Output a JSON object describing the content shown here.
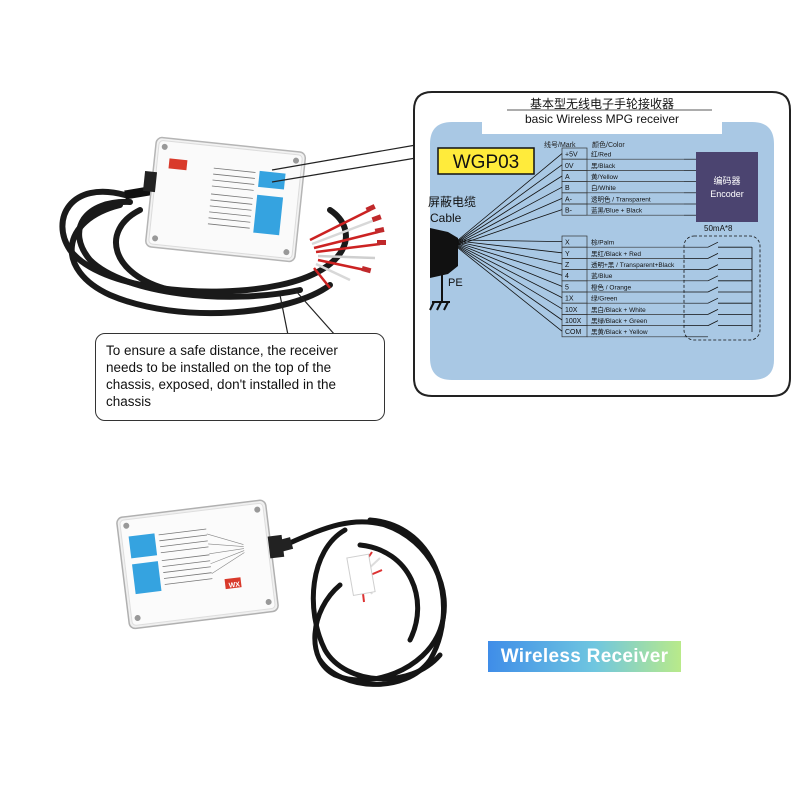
{
  "callout": {
    "text": "To ensure a safe distance, the receiver needs to be installed on the top of the chassis, exposed, don't installed in the chassis"
  },
  "diagram": {
    "title_cn": "基本型无线电子手轮接收器",
    "title_en": "basic  Wireless MPG receiver",
    "model": "WGP03",
    "col_mark": "线号/Mark",
    "col_color": "颜色/Color",
    "cable_cn": "屏蔽电缆",
    "cable_en": "Cable",
    "pe": "PE",
    "encoder_cn": "编码器",
    "encoder_en": "Encoder",
    "relay": "50mA*8",
    "rows_top": [
      {
        "mark": "+5V",
        "color": "红/Red"
      },
      {
        "mark": "0V",
        "color": "黑/Black"
      },
      {
        "mark": "A",
        "color": "黄/Yellow"
      },
      {
        "mark": "B",
        "color": "白/White"
      },
      {
        "mark": "A-",
        "color": "透明色 / Transparent"
      },
      {
        "mark": "B-",
        "color": "蓝黑/Blue + Black"
      }
    ],
    "rows_bottom": [
      {
        "mark": "X",
        "color": "棕/Palm"
      },
      {
        "mark": "Y",
        "color": "黑红/Black + Red"
      },
      {
        "mark": "Z",
        "color": "透明+黑 / Transparent+Black"
      },
      {
        "mark": "4",
        "color": "蓝/Blue"
      },
      {
        "mark": "5",
        "color": "橙色 / Orange"
      },
      {
        "mark": "1X",
        "color": "绿/Green"
      },
      {
        "mark": "10X",
        "color": "黑白/Black + White"
      },
      {
        "mark": "100X",
        "color": "黑绿/Black + Green"
      },
      {
        "mark": "COM",
        "color": "黑黄/Black + Yellow"
      }
    ]
  },
  "product": {
    "brand_logo": "WX"
  },
  "label": {
    "text": "Wireless Receiver"
  },
  "colors": {
    "panel_bg": "#a9c8e4",
    "model_bg": "#ffeb3b",
    "encoder_bg": "#4b4470",
    "label_left": "#3f8de8",
    "label_right": "#b9ea8a"
  }
}
